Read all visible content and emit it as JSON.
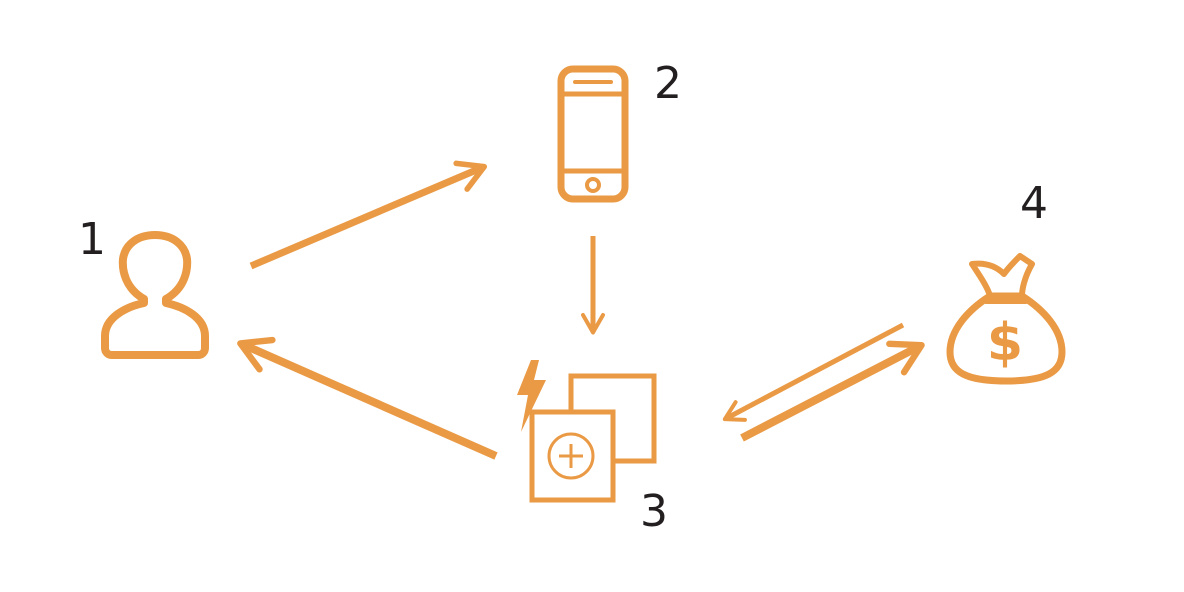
{
  "colors": {
    "accent": "#ea9a45",
    "label": "#231f20"
  },
  "nodes": {
    "user": {
      "number": "1",
      "icon": "user-icon"
    },
    "phone": {
      "number": "2",
      "icon": "smartphone-icon"
    },
    "app": {
      "number": "3",
      "icon": "app-cards-icon"
    },
    "money": {
      "number": "4",
      "icon": "money-bag-icon",
      "symbol": "$"
    }
  },
  "edges": [
    {
      "from": "1",
      "to": "2"
    },
    {
      "from": "2",
      "to": "3"
    },
    {
      "from": "3",
      "to": "1"
    },
    {
      "from": "3",
      "to": "4"
    },
    {
      "from": "4",
      "to": "3"
    }
  ]
}
